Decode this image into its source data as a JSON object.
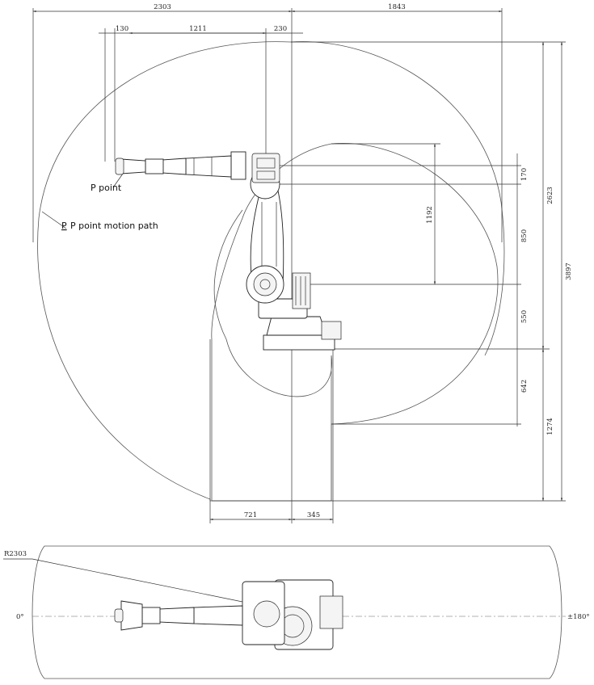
{
  "side_view": {
    "dims_top": {
      "d2303": "2303",
      "d1843": "1843",
      "d130": "130",
      "d1211": "1211",
      "d230": "230"
    },
    "dims_right": {
      "d170": "170",
      "d850": "850",
      "d550": "550",
      "d642": "642",
      "d1192": "1192",
      "d2623": "2623",
      "d3897": "3897",
      "d1274": "1274"
    },
    "dims_bottom": {
      "d721": "721",
      "d345": "345"
    },
    "labels": {
      "p_point": "P point",
      "path_marker": "P",
      "path_label": "P point motion path"
    }
  },
  "top_view": {
    "radius": "R2303",
    "angle_left": "0°",
    "angle_right": "±180°"
  },
  "colors": {
    "line": "#333333",
    "background": "#ffffff"
  }
}
